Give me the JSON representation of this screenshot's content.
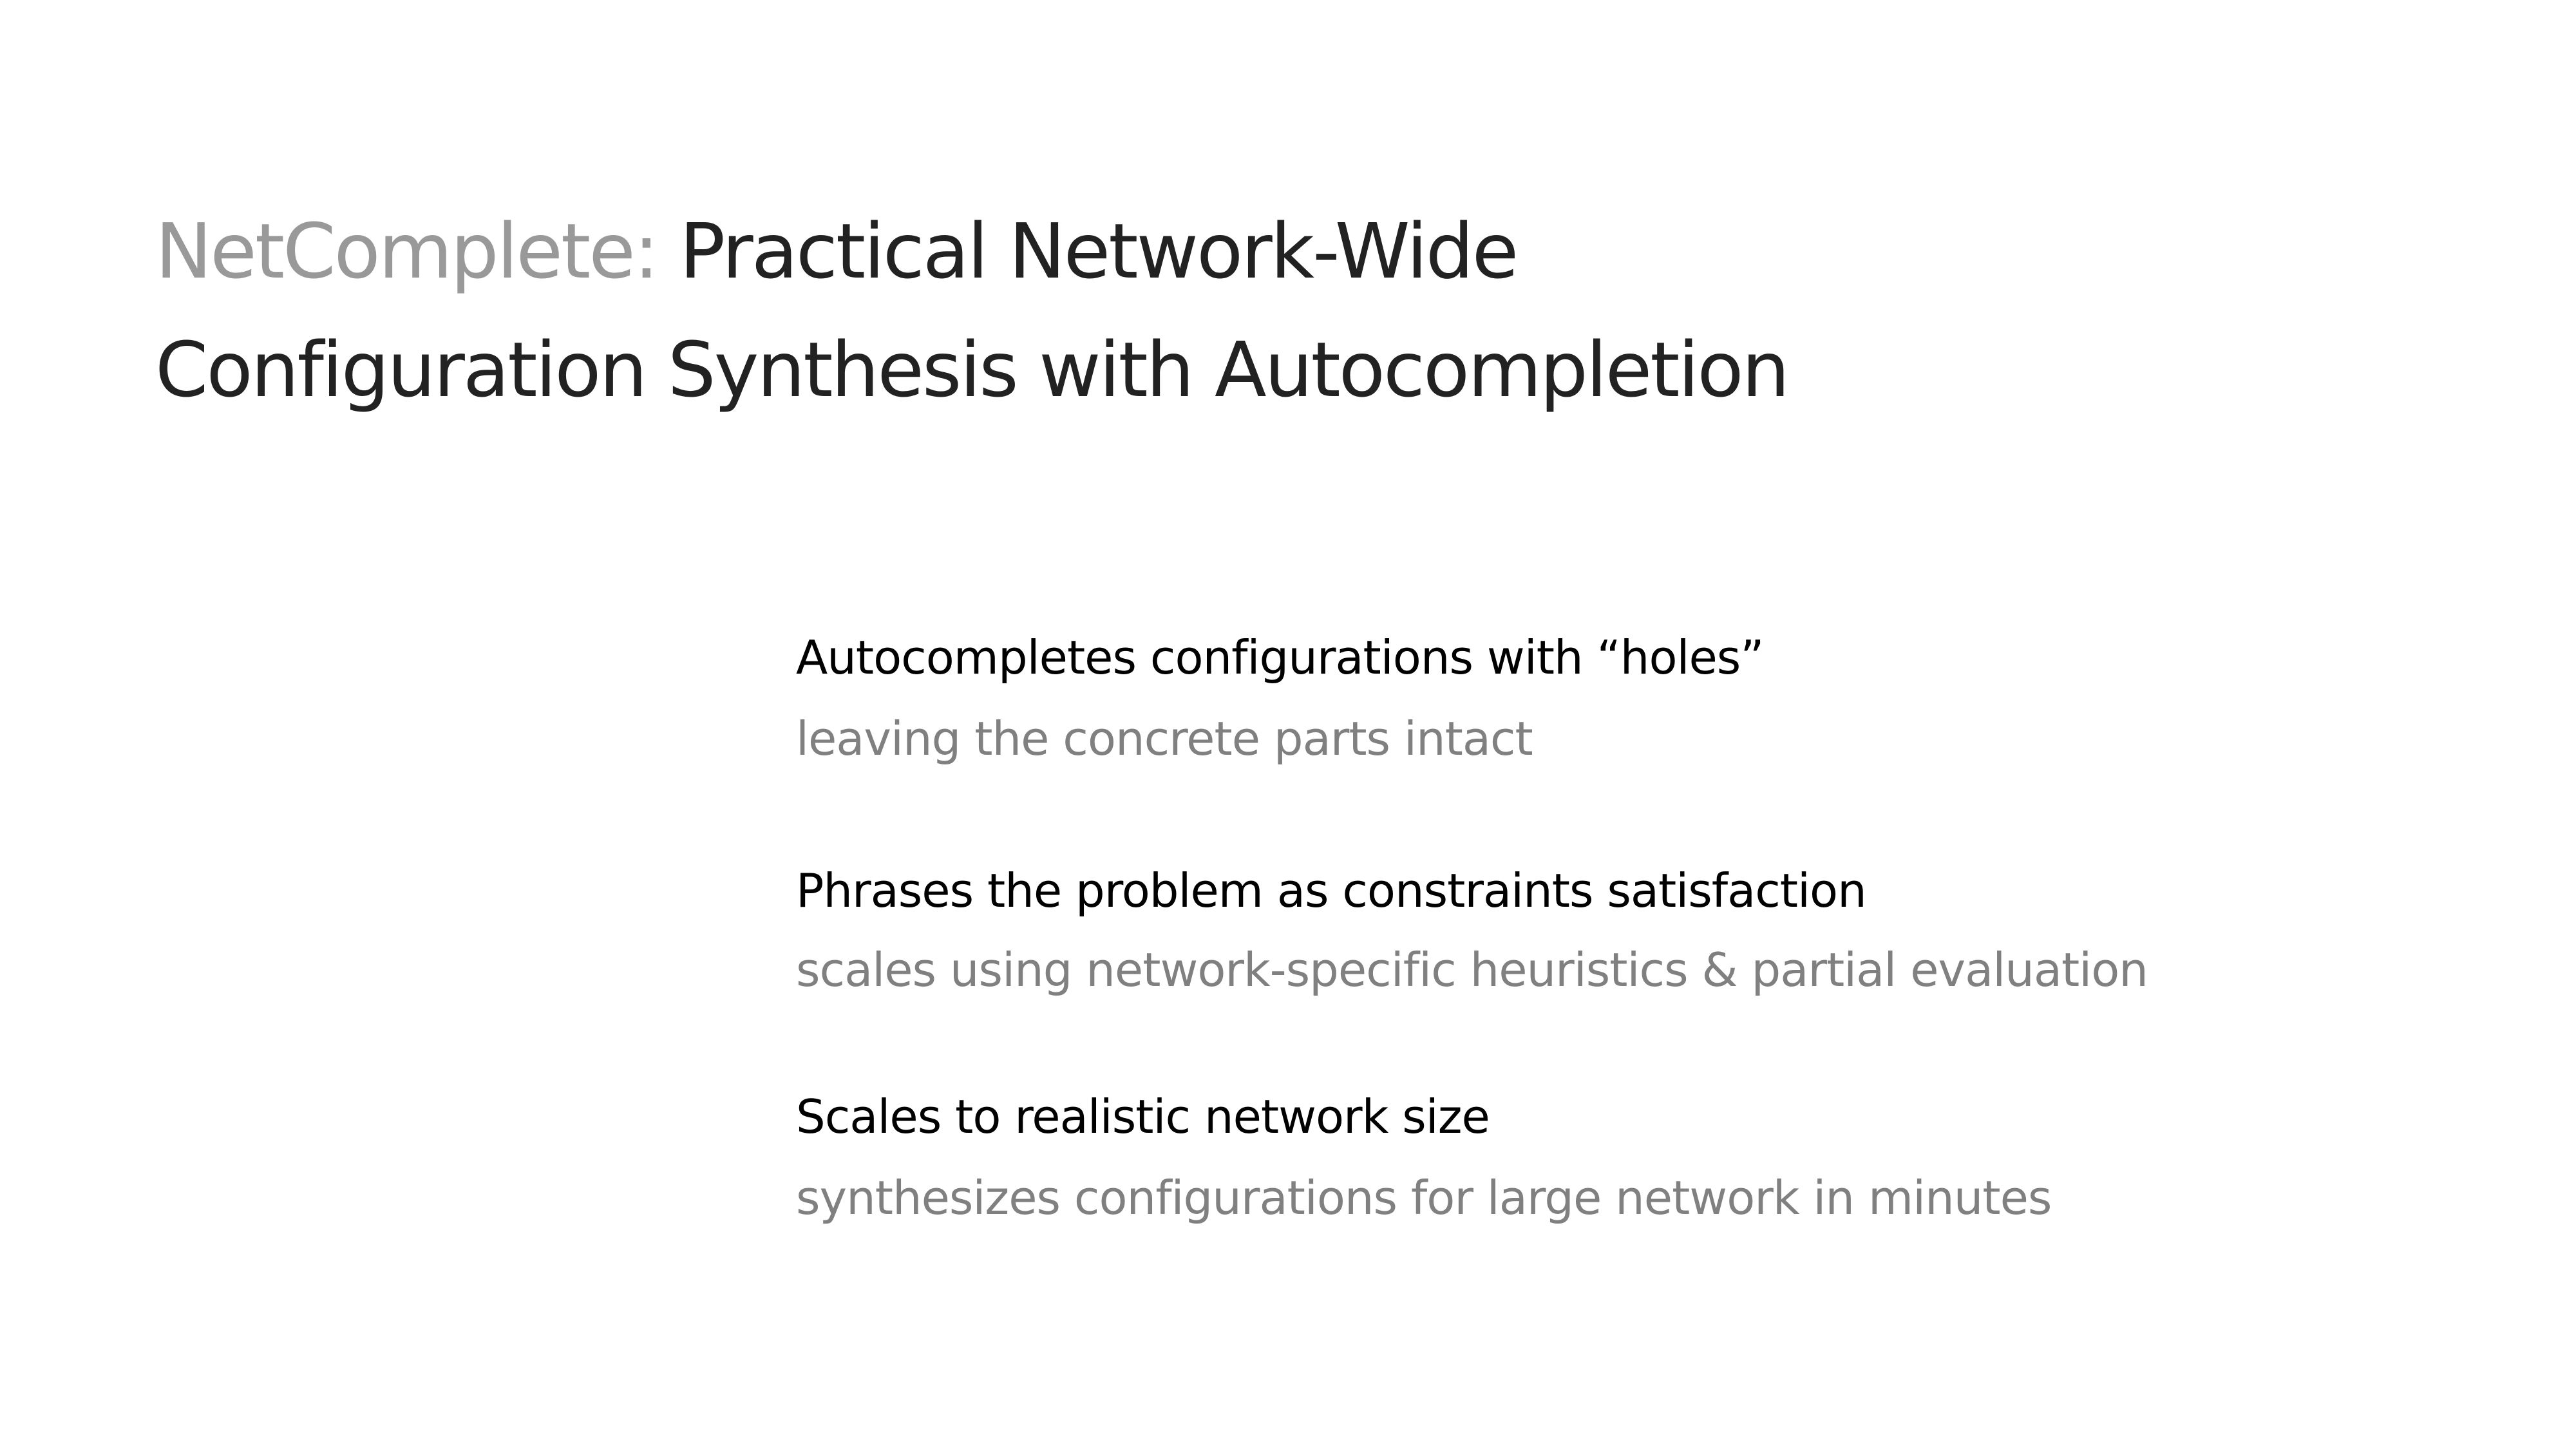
{
  "title": {
    "prefix": "NetComplete:",
    "line1": "Practical Network-Wide",
    "line2": "Configuration Synthesis with Autocompletion"
  },
  "points": [
    {
      "heading": "Autocompletes configurations with “holes”",
      "detail": "leaving the concrete parts intact"
    },
    {
      "heading": "Phrases the problem as constraints satisfaction",
      "detail": "scales using network-specific heuristics & partial evaluation"
    },
    {
      "heading": "Scales to realistic network size",
      "detail": "synthesizes configurations for large network in minutes"
    }
  ],
  "colors": {
    "prefix": "#999999",
    "title": "#222222",
    "heading": "#000000",
    "detail": "#808080"
  }
}
